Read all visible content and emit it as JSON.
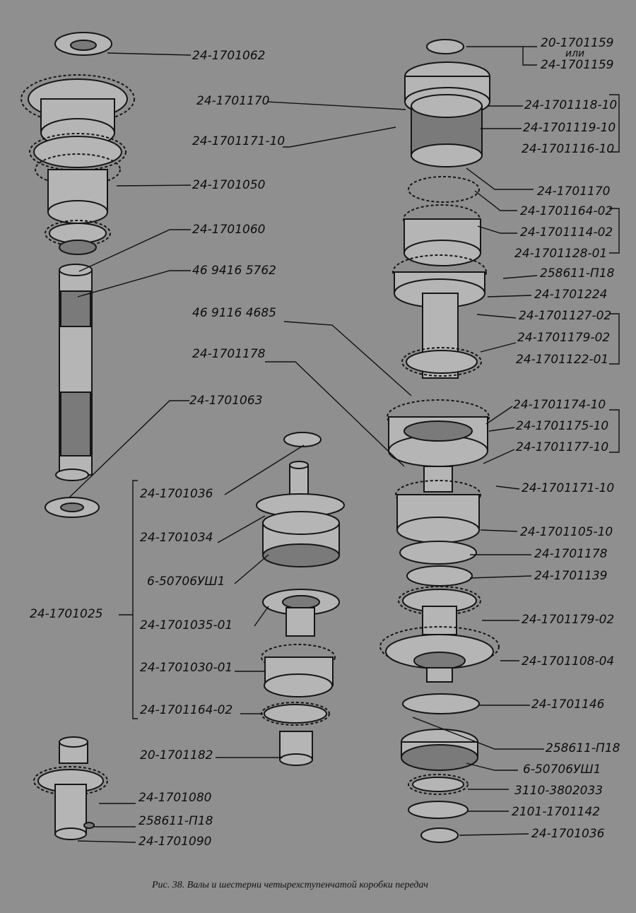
{
  "caption": "Рис. 38. Валы и шестерни четырехступенчатой коробки передач",
  "left_labels": [
    {
      "text": "24-1701062"
    },
    {
      "text": "24-1701050"
    },
    {
      "text": "24-1701060"
    },
    {
      "text": "46 9416 5762"
    },
    {
      "text": "24-1701063"
    }
  ],
  "center_labels": [
    {
      "text": "24-1701170"
    },
    {
      "text": "24-1701171-10"
    },
    {
      "text": "46 9116 4685"
    },
    {
      "text": "24-1701178"
    }
  ],
  "group_label": "24-1701025",
  "group_items": [
    {
      "text": "24-1701036"
    },
    {
      "text": "24-1701034"
    },
    {
      "text": "6-50706УШ1"
    },
    {
      "text": "24-1701035-01"
    },
    {
      "text": "24-1701030-01"
    },
    {
      "text": "24-1701164-02"
    }
  ],
  "lower_left_labels": [
    {
      "text": "20-1701182"
    },
    {
      "text": "24-1701080"
    },
    {
      "text": "258611-П18"
    },
    {
      "text": "24-1701090"
    }
  ],
  "right_labels": [
    {
      "text": "20-1701159"
    },
    {
      "text": "или"
    },
    {
      "text": "24-1701159"
    },
    {
      "text": "24-1701118-10"
    },
    {
      "text": "24-1701119-10"
    },
    {
      "text": "24-1701116-10"
    },
    {
      "text": "24-1701170"
    },
    {
      "text": "24-1701164-02"
    },
    {
      "text": "24-1701114-02"
    },
    {
      "text": "24-1701128-01"
    },
    {
      "text": "258611-П18"
    },
    {
      "text": "24-1701224"
    },
    {
      "text": "24-1701127-02"
    },
    {
      "text": "24-1701179-02"
    },
    {
      "text": "24-1701122-01"
    },
    {
      "text": "24-1701174-10"
    },
    {
      "text": "24-1701175-10"
    },
    {
      "text": "24-1701177-10"
    },
    {
      "text": "24-1701171-10"
    },
    {
      "text": "24-1701105-10"
    },
    {
      "text": "24-1701178"
    },
    {
      "text": "24-1701139"
    },
    {
      "text": "24-1701179-02"
    },
    {
      "text": "24-1701108-04"
    },
    {
      "text": "24-1701146"
    },
    {
      "text": "258611-П18"
    },
    {
      "text": "6-50706УШ1"
    },
    {
      "text": "3110-3802033"
    },
    {
      "text": "2101-1701142"
    },
    {
      "text": "24-1701036"
    }
  ]
}
